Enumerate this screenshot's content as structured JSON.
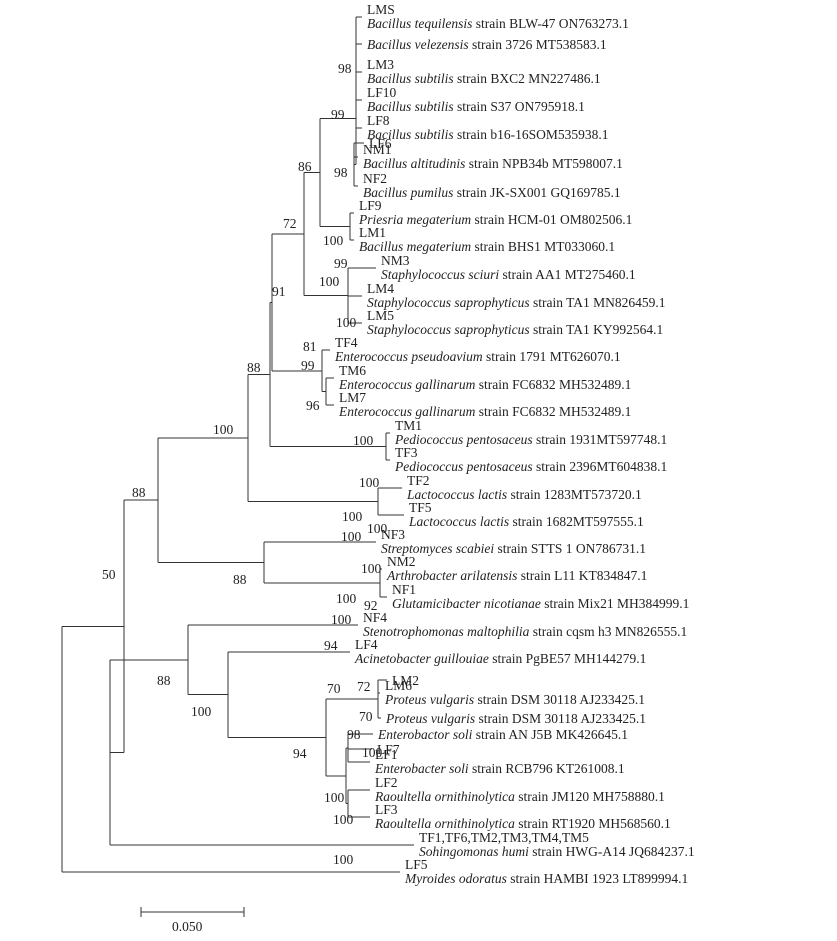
{
  "tree": {
    "leaves": [
      {
        "id": "L1",
        "lines": [
          {
            "code": "LMS"
          },
          {
            "italic": "Bacillus tequilensis",
            "rest": " strain BLW-47 ON763273.1"
          }
        ]
      },
      {
        "id": "L2",
        "lines": [
          {
            "italic": "Bacillus velezensis",
            "rest": " strain 3726 MT538583.1"
          }
        ]
      },
      {
        "id": "L3",
        "lines": [
          {
            "code": "LM3"
          },
          {
            "italic": "Bacillus subtilis",
            "rest": " strain BXC2 MN227486.1"
          }
        ]
      },
      {
        "id": "L4",
        "lines": [
          {
            "code": "LF10"
          },
          {
            "italic": "Bacillus subtilis",
            "rest": " strain S37 ON795918.1"
          }
        ]
      },
      {
        "id": "L5",
        "lines": [
          {
            "code": "LF8"
          },
          {
            "italic": "Bacillus subtilis",
            "rest": " strain b16-16SOM535938.1"
          }
        ]
      },
      {
        "id": "L6",
        "lines": [
          {
            "code": "LF6"
          }
        ]
      },
      {
        "id": "L7",
        "lines": [
          {
            "code": "NM1"
          },
          {
            "italic": "Bacillus altitudinis",
            "rest": " strain NPB34b MT598007.1"
          }
        ]
      },
      {
        "id": "L8",
        "lines": [
          {
            "code": "NF2"
          },
          {
            "italic": "Bacillus pumilus",
            "rest": " strain JK-SX001 GQ169785.1"
          }
        ]
      },
      {
        "id": "L9",
        "lines": [
          {
            "code": "LF9"
          },
          {
            "italic": "Priesria megaterium",
            "rest": " strain HCM-01 OM802506.1"
          }
        ]
      },
      {
        "id": "L10",
        "lines": [
          {
            "code": "LM1"
          },
          {
            "italic": "Bacillus megaterium",
            "rest": " strain BHS1 MT033060.1"
          }
        ]
      },
      {
        "id": "L11",
        "lines": [
          {
            "code": "NM3"
          },
          {
            "italic": "Staphylococcus sciuri",
            "rest": " strain AA1 MT275460.1"
          }
        ]
      },
      {
        "id": "L12",
        "lines": [
          {
            "code": "LM4"
          },
          {
            "italic": "Staphylococcus saprophyticus",
            "rest": " strain TA1 MN826459.1"
          }
        ]
      },
      {
        "id": "L13",
        "lines": [
          {
            "code": "LM5"
          },
          {
            "italic": "Staphylococcus saprophyticus",
            "rest": " strain TA1 KY992564.1"
          }
        ]
      },
      {
        "id": "L14",
        "lines": [
          {
            "code": "TF4"
          },
          {
            "italic": "Enterococcus pseudoavium",
            "rest": " strain 1791 MT626070.1"
          }
        ]
      },
      {
        "id": "L15",
        "lines": [
          {
            "code": "TM6"
          },
          {
            "italic": "Enterococcus gallinarum",
            "rest": " strain FC6832 MH532489.1"
          }
        ]
      },
      {
        "id": "L16",
        "lines": [
          {
            "code": "LM7"
          },
          {
            "italic": "Enterococcus gallinarum",
            "rest": " strain FC6832 MH532489.1"
          }
        ]
      },
      {
        "id": "L17",
        "lines": [
          {
            "code": "TM1"
          },
          {
            "italic": "Pediococcus pentosaceus",
            "rest": " strain 1931MT597748.1"
          }
        ]
      },
      {
        "id": "L18",
        "lines": [
          {
            "code": "TF3"
          },
          {
            "italic": "Pediococcus pentosaceus",
            "rest": " strain 2396MT604838.1"
          }
        ]
      },
      {
        "id": "L19",
        "lines": [
          {
            "code": "TF2"
          },
          {
            "italic": "Lactococcus lactis",
            "rest": " strain 1283MT573720.1"
          }
        ]
      },
      {
        "id": "L20",
        "lines": [
          {
            "code": "TF5"
          },
          {
            "italic": "Lactococcus lactis",
            "rest": " strain 1682MT597555.1"
          }
        ]
      },
      {
        "id": "L21",
        "lines": [
          {
            "code": "NF3"
          },
          {
            "italic": "Streptomyces scabiei",
            "rest": " strain STTS 1 ON786731.1"
          }
        ]
      },
      {
        "id": "L22",
        "lines": [
          {
            "code": "NM2"
          },
          {
            "italic": "Arthrobacter arilatensis",
            "rest": " strain L11 KT834847.1"
          }
        ]
      },
      {
        "id": "L23",
        "lines": [
          {
            "code": "NF1"
          },
          {
            "italic": "Glutamicibacter nicotianae",
            "rest": " strain Mix21 MH384999.1"
          }
        ]
      },
      {
        "id": "L24",
        "lines": [
          {
            "code": "NF4"
          },
          {
            "italic": "Stenotrophomonas maltophilia",
            "rest": " strain cqsm h3 MN826555.1"
          }
        ]
      },
      {
        "id": "L25",
        "lines": [
          {
            "code": "LF4"
          },
          {
            "italic": "Acinetobacter guillouiae",
            "rest": " strain PgBE57 MH144279.1"
          }
        ]
      },
      {
        "id": "L26",
        "lines": [
          {
            "code": "LM2"
          }
        ]
      },
      {
        "id": "L27",
        "lines": [
          {
            "code": "LM6"
          },
          {
            "italic": "Proteus vulgaris",
            "rest": " strain DSM 30118 AJ233425.1"
          }
        ]
      },
      {
        "id": "L28",
        "lines": [
          {
            "italic": "Proteus vulgaris",
            "rest": " strain DSM 30118 AJ233425.1"
          }
        ]
      },
      {
        "id": "L29",
        "lines": [
          {
            "italic": "Enterobactor soli",
            "rest": " strain AN J5B MK426645.1"
          }
        ]
      },
      {
        "id": "L30",
        "lines": [
          {
            "code": "LF7"
          }
        ]
      },
      {
        "id": "L31",
        "lines": [
          {
            "code": "LF1"
          },
          {
            "italic": "Enterobacter soli",
            "rest": " strain RCB796 KT261008.1"
          }
        ]
      },
      {
        "id": "L32",
        "lines": [
          {
            "code": "LF2"
          },
          {
            "italic": "Raoultella ornithinolytica",
            "rest": " strain JM120 MH758880.1"
          }
        ]
      },
      {
        "id": "L33",
        "lines": [
          {
            "code": "LF3"
          },
          {
            "italic": "Raoultella ornithinolytica",
            "rest": " strain RT1920 MH568560.1"
          }
        ]
      },
      {
        "id": "L34",
        "lines": [
          {
            "code": "TF1,TF6,TM2,TM3,TM4,TM5"
          },
          {
            "italic": "Sohingomonas humi",
            "rest": " strain HWG-A14 JQ684237.1"
          }
        ]
      },
      {
        "id": "L35",
        "lines": [
          {
            "code": "LF5"
          },
          {
            "italic": "Myroides odoratus",
            "rest": " strain HAMBI 1923 LT899994.1"
          }
        ]
      }
    ],
    "bootstrap": [
      "98",
      "99",
      "86",
      "98",
      "72",
      "100",
      "99",
      "100",
      "100",
      "91",
      "81",
      "99",
      "96",
      "88",
      "100",
      "100",
      "100",
      "100",
      "88",
      "100",
      "100",
      "88",
      "50",
      "100",
      "92",
      "100",
      "100",
      "94",
      "88",
      "100",
      "70",
      "72",
      "70",
      "98",
      "100",
      "94",
      "100",
      "100",
      "100"
    ],
    "scale_bar": {
      "label": "0.050",
      "length": 0.05
    }
  }
}
